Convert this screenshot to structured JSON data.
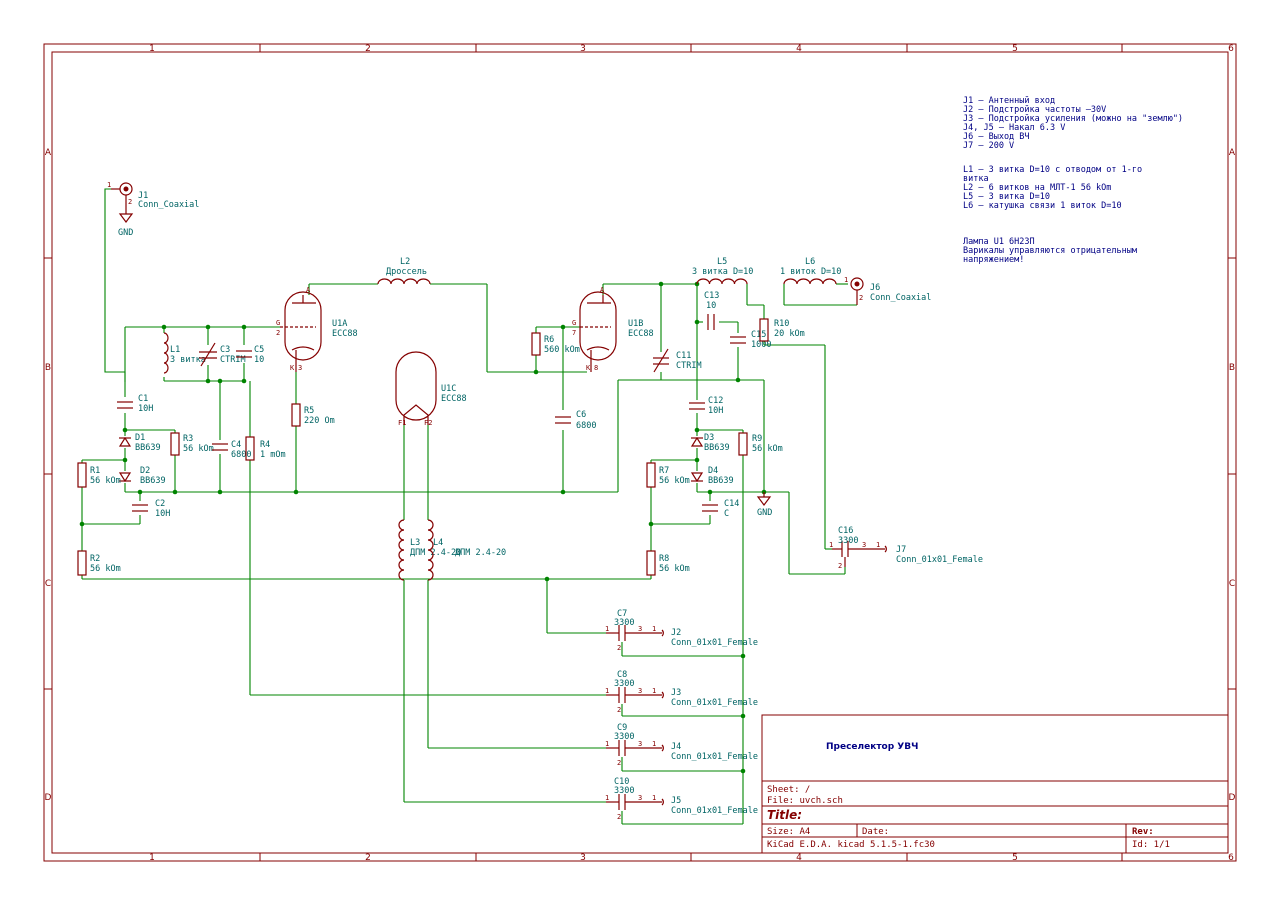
{
  "border": {
    "columns": [
      "1",
      "2",
      "3",
      "4",
      "5",
      "6"
    ],
    "rows": [
      "A",
      "B",
      "C",
      "D"
    ]
  },
  "notes": {
    "connectors": [
      "J1 – Антенный вход",
      "J2 – Подстройка частоты –30V",
      "J3 – Подстройка усиления (можно на \"землю\")",
      "J4, J5 – Накал 6.3 V",
      "J6 – Выход ВЧ",
      "J7 – 200 V"
    ],
    "coils": [
      "L1 – 3 витка D=10 с отводом от 1-го",
      "витка",
      "L2 – 6 витков на МЛТ-1 56 kOm",
      "L5 – 3 витка D=10",
      "L6 – катушка связи 1 виток D=10"
    ],
    "tube": [
      "Лампа U1 6Н23П",
      "Варикалы управляются отрицательным",
      "напряжением!"
    ]
  },
  "components": {
    "J1": {
      "ref": "J1",
      "value": "Conn_Coaxial"
    },
    "GND1": {
      "ref": "GND"
    },
    "GND2": {
      "ref": "GND"
    },
    "L1": {
      "ref": "L1",
      "value": "3 витка"
    },
    "L2": {
      "ref": "L2",
      "value": "Дроссель"
    },
    "L3": {
      "ref": "L3",
      "value": "ДПМ 2.4-20"
    },
    "L4": {
      "ref": "L4",
      "value": "ДПМ 2.4-20"
    },
    "L5": {
      "ref": "L5",
      "value": "3 витка D=10"
    },
    "L6": {
      "ref": "L6",
      "value": "1 виток D=10"
    },
    "C1": {
      "ref": "C1",
      "value": "10H"
    },
    "C2": {
      "ref": "C2",
      "value": "10H"
    },
    "C3": {
      "ref": "C3",
      "value": "CTRIM"
    },
    "C4": {
      "ref": "C4",
      "value": "6800"
    },
    "C5": {
      "ref": "C5",
      "value": "10"
    },
    "C6": {
      "ref": "C6",
      "value": "6800"
    },
    "C7": {
      "ref": "C7",
      "value": "3300"
    },
    "C8": {
      "ref": "C8",
      "value": "3300"
    },
    "C9": {
      "ref": "C9",
      "value": "3300"
    },
    "C10": {
      "ref": "C10",
      "value": "3300"
    },
    "C11": {
      "ref": "C11",
      "value": "CTRIM"
    },
    "C12": {
      "ref": "C12",
      "value": "10H"
    },
    "C13": {
      "ref": "C13",
      "value": "10"
    },
    "C14": {
      "ref": "C14",
      "value": "C"
    },
    "C15": {
      "ref": "C15",
      "value": "1000"
    },
    "C16": {
      "ref": "C16",
      "value": "3300"
    },
    "D1": {
      "ref": "D1",
      "value": "BB639"
    },
    "D2": {
      "ref": "D2",
      "value": "BB639"
    },
    "D3": {
      "ref": "D3",
      "value": "BB639"
    },
    "D4": {
      "ref": "D4",
      "value": "BB639"
    },
    "R1": {
      "ref": "R1",
      "value": "56 kOm"
    },
    "R2": {
      "ref": "R2",
      "value": "56 kOm"
    },
    "R3": {
      "ref": "R3",
      "value": "56 kOm"
    },
    "R4": {
      "ref": "R4",
      "value": "1 mOm"
    },
    "R5": {
      "ref": "R5",
      "value": "220 Om"
    },
    "R6": {
      "ref": "R6",
      "value": "560 kOm"
    },
    "R7": {
      "ref": "R7",
      "value": "56 kOm"
    },
    "R8": {
      "ref": "R8",
      "value": "56 kOm"
    },
    "R9": {
      "ref": "R9",
      "value": "56 kOm"
    },
    "R10": {
      "ref": "R10",
      "value": "20 kOm"
    },
    "U1A": {
      "ref": "U1A",
      "value": "ECC88"
    },
    "U1B": {
      "ref": "U1B",
      "value": "ECC88"
    },
    "U1C": {
      "ref": "U1C",
      "value": "ECC88"
    },
    "J2": {
      "ref": "J2",
      "value": "Conn_01x01_Female"
    },
    "J3": {
      "ref": "J3",
      "value": "Conn_01x01_Female"
    },
    "J4": {
      "ref": "J4",
      "value": "Conn_01x01_Female"
    },
    "J5": {
      "ref": "J5",
      "value": "Conn_01x01_Female"
    },
    "J6": {
      "ref": "J6",
      "value": "Conn_Coaxial"
    },
    "J7": {
      "ref": "J7",
      "value": "Conn_01x01_Female"
    }
  },
  "title_block": {
    "project": "Преселектор УВЧ",
    "sheet": "Sheet: /",
    "file": "File: uvch.sch",
    "title": "Title:",
    "size": "Size: A4",
    "date": "Date:",
    "rev": "Rev:",
    "tool": "KiCad E.D.A.  kicad 5.1.5-1.fc30",
    "id": "Id: 1/1"
  },
  "colors": {
    "frame": "#840000",
    "wire": "#008400",
    "ref": "#006464",
    "note": "#000084"
  }
}
